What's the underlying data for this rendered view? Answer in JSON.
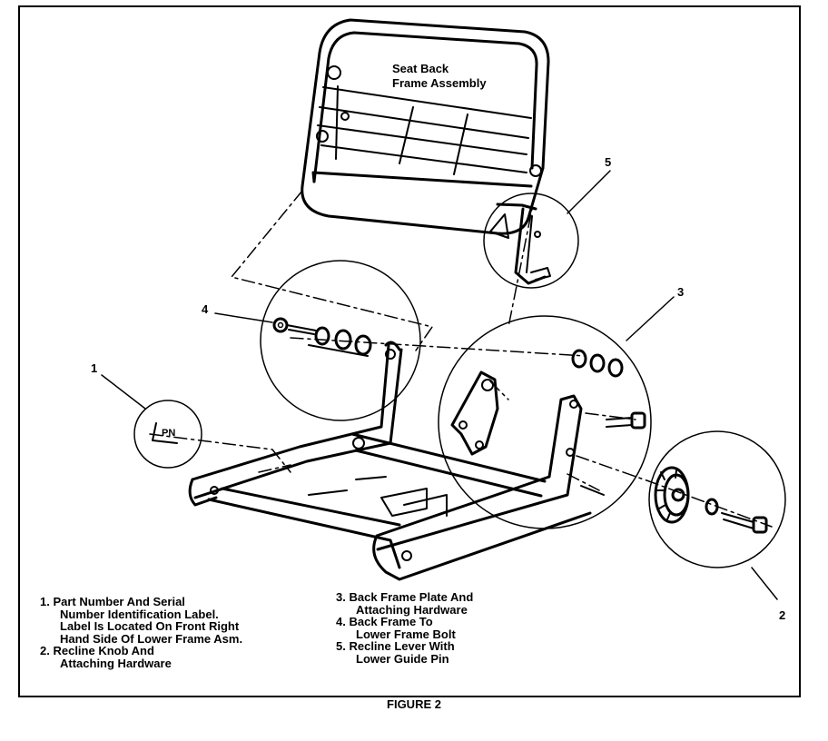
{
  "diagram": {
    "seat_back_label": [
      "Seat Back",
      "Frame Assembly"
    ],
    "callouts": [
      "1",
      "2",
      "3",
      "4",
      "5"
    ]
  },
  "legend": {
    "left": [
      {
        "num": "1.",
        "lines": [
          "Part Number And Serial",
          "Number Identification Label.",
          "Label Is Located On Front Right",
          "Hand Side Of Lower Frame Asm."
        ]
      },
      {
        "num": "2.",
        "lines": [
          "Recline Knob And",
          "Attaching Hardware"
        ]
      }
    ],
    "right": [
      {
        "num": "3.",
        "lines": [
          "Back Frame Plate And",
          "Attaching Hardware"
        ]
      },
      {
        "num": "4.",
        "lines": [
          "Back Frame To",
          "Lower Frame Bolt"
        ]
      },
      {
        "num": "5.",
        "lines": [
          "Recline Lever With",
          "Lower Guide Pin"
        ]
      }
    ]
  },
  "caption": "FIGURE 2"
}
